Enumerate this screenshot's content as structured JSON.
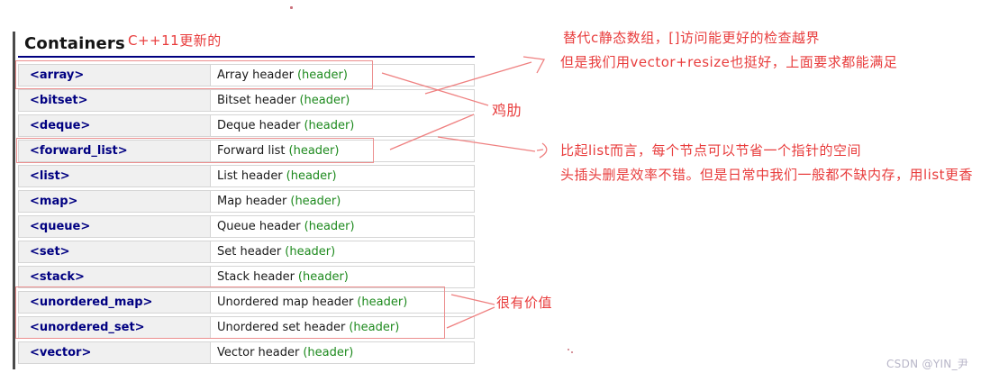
{
  "page": {
    "title": "Containers",
    "watermark": "CSDN @YIN_尹"
  },
  "colors": {
    "link_navy": "#000081",
    "header_green": "#1e8a1e",
    "annotation_red": "#e83c3c",
    "line_red": "#ef8080",
    "box_red": "#ec8f8f",
    "underline_navy": "#000080",
    "watermark_gray": "#b8b6c8"
  },
  "table": {
    "rows": [
      {
        "name": "<array>",
        "desc": "Array header",
        "link": "(header)"
      },
      {
        "name": "<bitset>",
        "desc": "Bitset header",
        "link": "(header)"
      },
      {
        "name": "<deque>",
        "desc": "Deque header",
        "link": "(header)"
      },
      {
        "name": "<forward_list>",
        "desc": "Forward list",
        "link": "(header)"
      },
      {
        "name": "<list>",
        "desc": "List header",
        "link": "(header)"
      },
      {
        "name": "<map>",
        "desc": "Map header",
        "link": "(header)"
      },
      {
        "name": "<queue>",
        "desc": "Queue header",
        "link": "(header)"
      },
      {
        "name": "<set>",
        "desc": "Set header",
        "link": "(header)"
      },
      {
        "name": "<stack>",
        "desc": "Stack header",
        "link": "(header)"
      },
      {
        "name": "<unordered_map>",
        "desc": "Unordered map header",
        "link": "(header)"
      },
      {
        "name": "<unordered_set>",
        "desc": "Unordered set header",
        "link": "(header)"
      },
      {
        "name": "<vector>",
        "desc": "Vector header",
        "link": "(header)"
      }
    ]
  },
  "annotations": {
    "cpp11_note": "C++11更新的",
    "array_note_1": "替代c静态数组，[]访问能更好的检查越界",
    "array_note_2": "但是我们用vector+resize也挺好，上面要求都能满足",
    "chicken_ribs_label": "鸡肋",
    "forward_list_note_1": "比起list而言，每个节点可以节省一个指针的空间",
    "forward_list_note_2": "头插头删是效率不错。但是日常中我们一般都不缺内存，用list更香",
    "unordered_note": "很有价值"
  }
}
